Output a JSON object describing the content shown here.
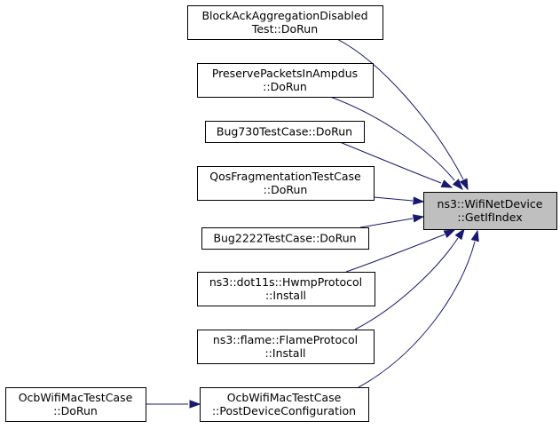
{
  "diagram": {
    "target": {
      "id": "getifindex",
      "lines": [
        "ns3::WifiNetDevice",
        "::GetIfIndex"
      ]
    },
    "callers": [
      {
        "id": "blockack",
        "lines": [
          "BlockAckAggregationDisabled",
          "Test::DoRun"
        ]
      },
      {
        "id": "preserve",
        "lines": [
          "PreservePacketsInAmpdus",
          "::DoRun"
        ]
      },
      {
        "id": "bug730",
        "lines": [
          "Bug730TestCase::DoRun"
        ]
      },
      {
        "id": "qosfrag",
        "lines": [
          "QosFragmentationTestCase",
          "::DoRun"
        ]
      },
      {
        "id": "bug2222",
        "lines": [
          "Bug2222TestCase::DoRun"
        ]
      },
      {
        "id": "hwmp",
        "lines": [
          "ns3::dot11s::HwmpProtocol",
          "::Install"
        ]
      },
      {
        "id": "flame",
        "lines": [
          "ns3::flame::FlameProtocol",
          "::Install"
        ]
      },
      {
        "id": "ocbpost",
        "lines": [
          "OcbWifiMacTestCase",
          "::PostDeviceConfiguration"
        ]
      },
      {
        "id": "ocbdorun",
        "lines": [
          "OcbWifiMacTestCase",
          "::DoRun"
        ]
      }
    ],
    "edges": [
      {
        "from": "blockack",
        "to": "getifindex"
      },
      {
        "from": "preserve",
        "to": "getifindex"
      },
      {
        "from": "bug730",
        "to": "getifindex"
      },
      {
        "from": "qosfrag",
        "to": "getifindex"
      },
      {
        "from": "bug2222",
        "to": "getifindex"
      },
      {
        "from": "hwmp",
        "to": "getifindex"
      },
      {
        "from": "flame",
        "to": "getifindex"
      },
      {
        "from": "ocbpost",
        "to": "getifindex"
      },
      {
        "from": "ocbdorun",
        "to": "ocbpost"
      }
    ],
    "colors": {
      "edge": "#191970",
      "target_fill": "#bfbfbf",
      "node_fill": "#ffffff",
      "node_stroke": "#000000"
    }
  }
}
